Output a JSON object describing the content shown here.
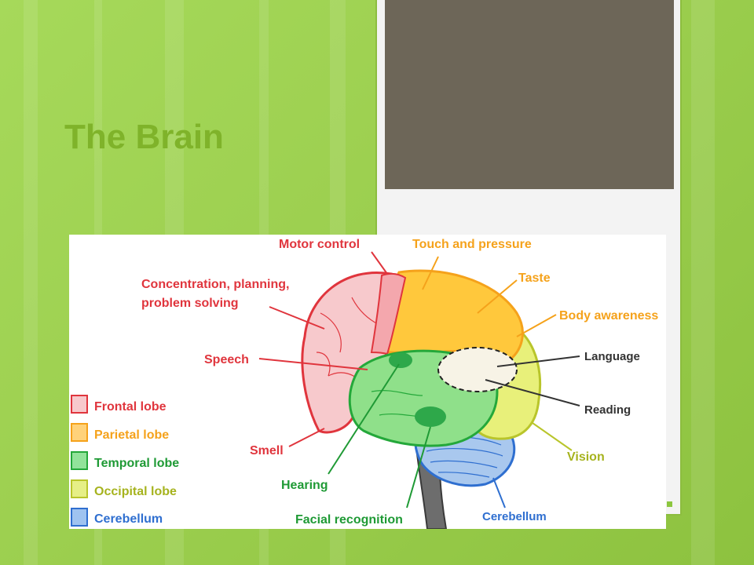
{
  "slide": {
    "title": "The Brain"
  },
  "diagram": {
    "callouts": {
      "motor_control": "Motor control",
      "touch_pressure": "Touch and pressure",
      "taste": "Taste",
      "body_awareness": "Body awareness",
      "concentration_line1": "Concentration, planning,",
      "concentration_line2": "problem solving",
      "speech": "Speech",
      "language": "Language",
      "reading": "Reading",
      "smell": "Smell",
      "vision": "Vision",
      "hearing": "Hearing",
      "facial_recognition": "Facial recognition",
      "cerebellum": "Cerebellum"
    },
    "legend": [
      {
        "label": "Frontal lobe",
        "color": "#f4a7ad",
        "border": "#e0353d"
      },
      {
        "label": "Parietal lobe",
        "color": "#ffd27a",
        "border": "#f5a21b"
      },
      {
        "label": "Temporal lobe",
        "color": "#92e39a",
        "border": "#24a83a"
      },
      {
        "label": "Occipital  lobe",
        "color": "#e6ef86",
        "border": "#b9c52b"
      },
      {
        "label": "Cerebellum",
        "color": "#9fc3f0",
        "border": "#2f6fd0"
      }
    ],
    "colors": {
      "frontal": "#f7c9cc",
      "frontal_text": "#e0353d",
      "parietal": "#ffc83c",
      "parietal_text": "#f5a21b",
      "temporal": "#8fe08a",
      "temporal_text": "#1f9a35",
      "occipital": "#e8f07a",
      "occipital_text": "#a6b31e",
      "cerebellum": "#a9c8ee",
      "cerebellum_text": "#2f6fd0",
      "dark_text": "#333333"
    }
  }
}
